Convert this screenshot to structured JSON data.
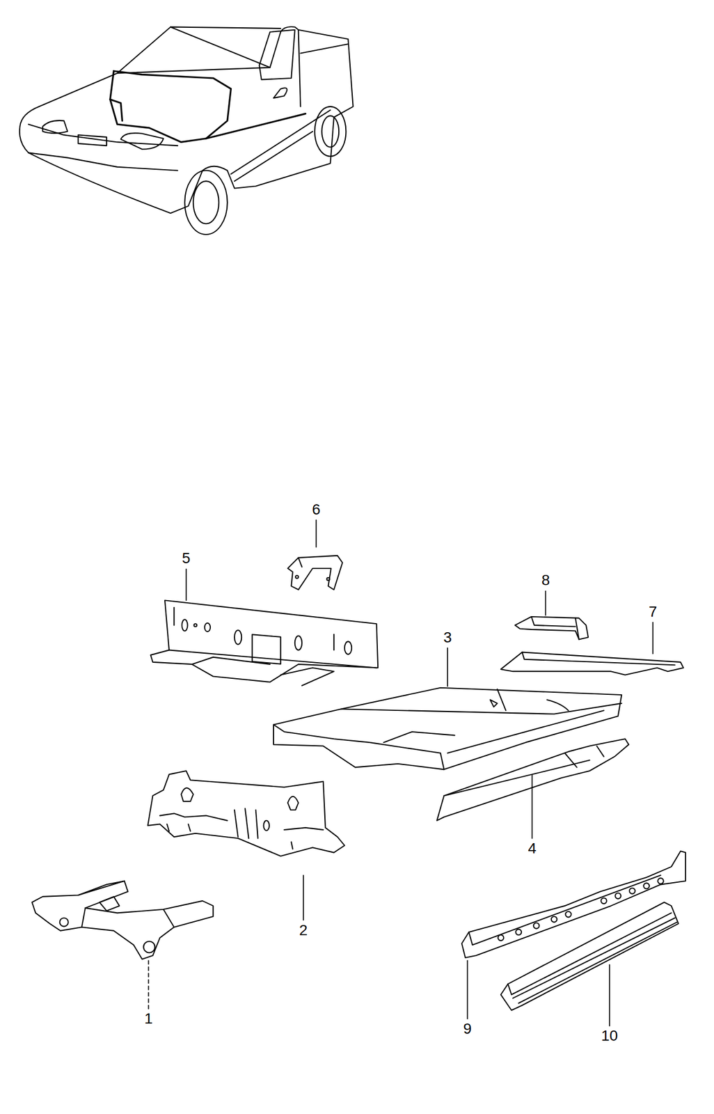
{
  "diagram": {
    "labels": [
      "6",
      "5",
      "8",
      "7",
      "3",
      "4",
      "2",
      "1",
      "9",
      "10"
    ]
  }
}
